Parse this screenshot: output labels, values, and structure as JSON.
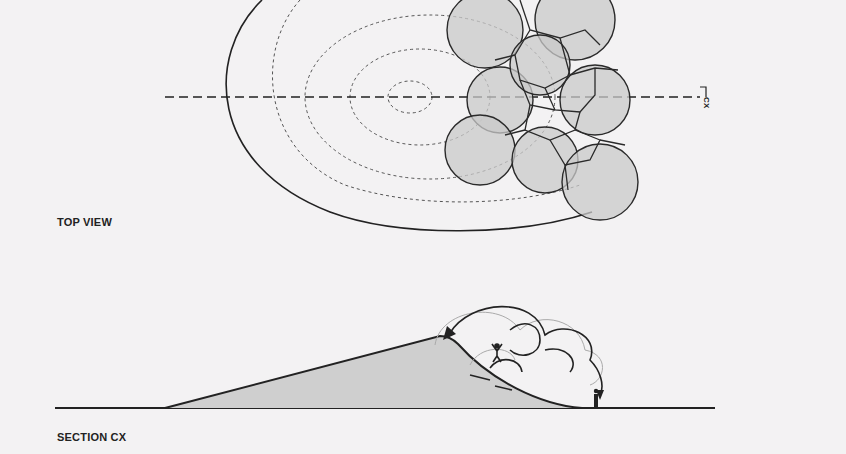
{
  "diagram": {
    "labels": [
      "TOP VIEW",
      "SECTION CX",
      "CX"
    ]
  }
}
